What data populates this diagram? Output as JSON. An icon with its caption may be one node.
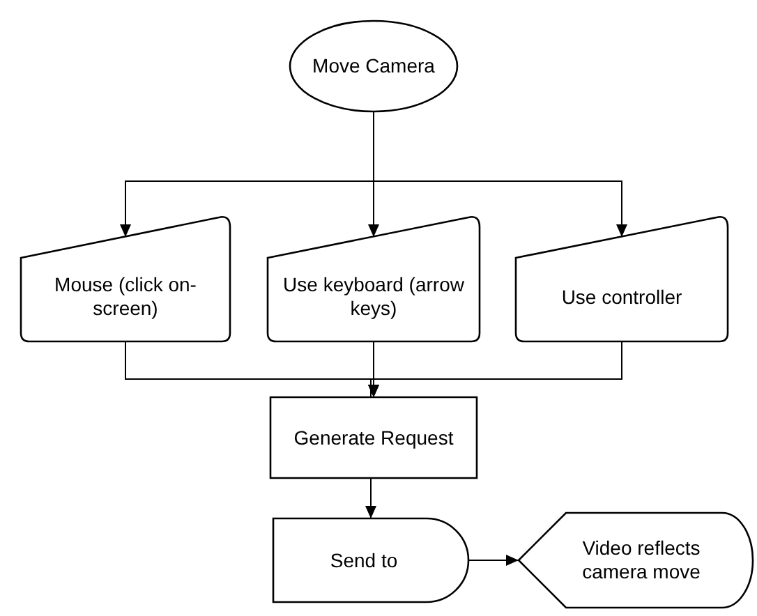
{
  "diagram": {
    "nodes": [
      {
        "text": [
          "Move Camera"
        ]
      },
      {
        "text": [
          "Mouse (click on-screen)"
        ]
      },
      {
        "text": [
          "Use keyboard (arrow keys)"
        ]
      },
      {
        "text": [
          "Use controller"
        ]
      },
      {
        "text": [
          "Generate Request"
        ]
      },
      {
        "text": [
          "Send to"
        ]
      },
      {
        "text": [
          "Video reflects camera move"
        ]
      }
    ],
    "edges": [
      {
        "from": 0,
        "to": 1,
        "arrow": "to"
      },
      {
        "from": 0,
        "to": 2,
        "arrow": "to"
      },
      {
        "from": 0,
        "to": 3,
        "arrow": "to"
      },
      {
        "from": 1,
        "to": 4,
        "arrow": "to"
      },
      {
        "from": 2,
        "to": 4,
        "arrow": "to"
      },
      {
        "from": 3,
        "to": 4,
        "arrow": "to"
      },
      {
        "from": 4,
        "to": 5,
        "arrow": "to"
      },
      {
        "from": 5,
        "to": 6,
        "arrow": "to"
      }
    ]
  }
}
